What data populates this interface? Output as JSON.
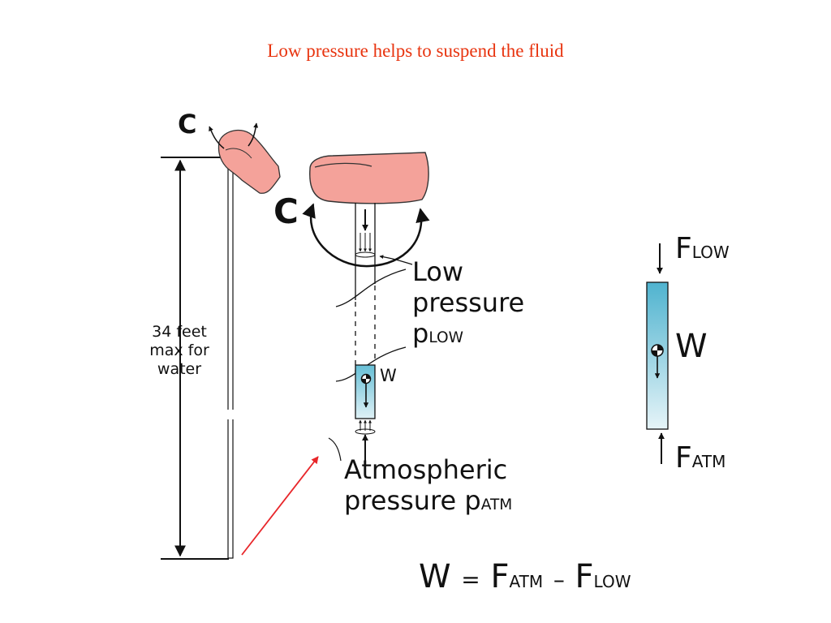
{
  "title": "Low pressure helps to suspend the fluid",
  "colors": {
    "title": "#e8340f",
    "water": "#7ec9dc",
    "hand": "#f4a29a",
    "hand_outline": "#333333",
    "arrow_red": "#e8262a",
    "ink": "#111111"
  },
  "labels": {
    "c_small": "C",
    "c_large": "C",
    "height_line1": "34 feet",
    "height_line2": "max for",
    "height_line3": "water",
    "low_line1": "Low",
    "low_line2": "pressure",
    "p_low_main": "p",
    "p_low_sub": "LOW",
    "w_small": "W",
    "atm_line1": "Atmospheric",
    "atm_line2": "pressure p",
    "atm_sub": "ATM",
    "f_low_main": "F",
    "f_low_sub": "LOW",
    "w_right": "W",
    "f_atm_main": "F",
    "f_atm_sub": "ATM"
  },
  "equation": {
    "w": "W",
    "equals": "=",
    "f1": "F",
    "f1_sub": "ATM",
    "minus": "–",
    "f2": "F",
    "f2_sub": "LOW"
  }
}
